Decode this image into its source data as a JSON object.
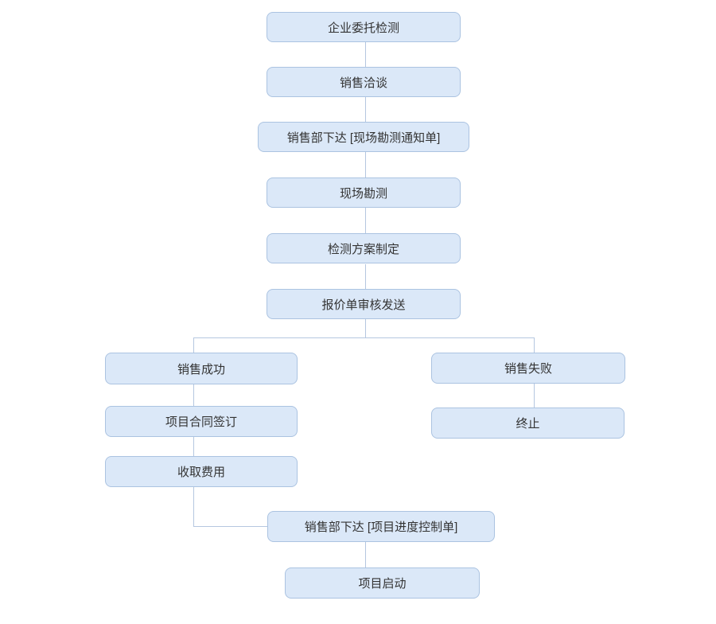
{
  "diagram": {
    "type": "flowchart",
    "nodes": [
      {
        "id": "enterprise-commission-testing",
        "label": "企业委托检测"
      },
      {
        "id": "sales-negotiation",
        "label": "销售洽谈"
      },
      {
        "id": "sales-dept-issue-survey-notice",
        "label": "销售部下达 [现场勘测通知单]"
      },
      {
        "id": "site-survey",
        "label": "现场勘测"
      },
      {
        "id": "testing-plan-formulation",
        "label": "检测方案制定"
      },
      {
        "id": "quotation-review-send",
        "label": "报价单审核发送"
      },
      {
        "id": "sales-success",
        "label": "销售成功"
      },
      {
        "id": "sales-failure",
        "label": "销售失败"
      },
      {
        "id": "project-contract-signing",
        "label": "项目合同签订"
      },
      {
        "id": "terminate",
        "label": "终止"
      },
      {
        "id": "collect-fees",
        "label": "收取费用"
      },
      {
        "id": "sales-dept-issue-progress-control",
        "label": "销售部下达 [项目进度控制单]"
      },
      {
        "id": "project-launch",
        "label": "项目启动"
      }
    ],
    "edges": [
      {
        "from": "enterprise-commission-testing",
        "to": "sales-negotiation"
      },
      {
        "from": "sales-negotiation",
        "to": "sales-dept-issue-survey-notice"
      },
      {
        "from": "sales-dept-issue-survey-notice",
        "to": "site-survey"
      },
      {
        "from": "site-survey",
        "to": "testing-plan-formulation"
      },
      {
        "from": "testing-plan-formulation",
        "to": "quotation-review-send"
      },
      {
        "from": "quotation-review-send",
        "to": "sales-success"
      },
      {
        "from": "quotation-review-send",
        "to": "sales-failure"
      },
      {
        "from": "sales-success",
        "to": "project-contract-signing"
      },
      {
        "from": "sales-failure",
        "to": "terminate"
      },
      {
        "from": "project-contract-signing",
        "to": "collect-fees"
      },
      {
        "from": "collect-fees",
        "to": "sales-dept-issue-progress-control"
      },
      {
        "from": "sales-dept-issue-progress-control",
        "to": "project-launch"
      }
    ],
    "colors": {
      "node_fill": "#dbe8f8",
      "node_border": "#abc3e1",
      "connector": "#b5c7e0",
      "text": "#333333",
      "background": "#ffffff"
    }
  }
}
